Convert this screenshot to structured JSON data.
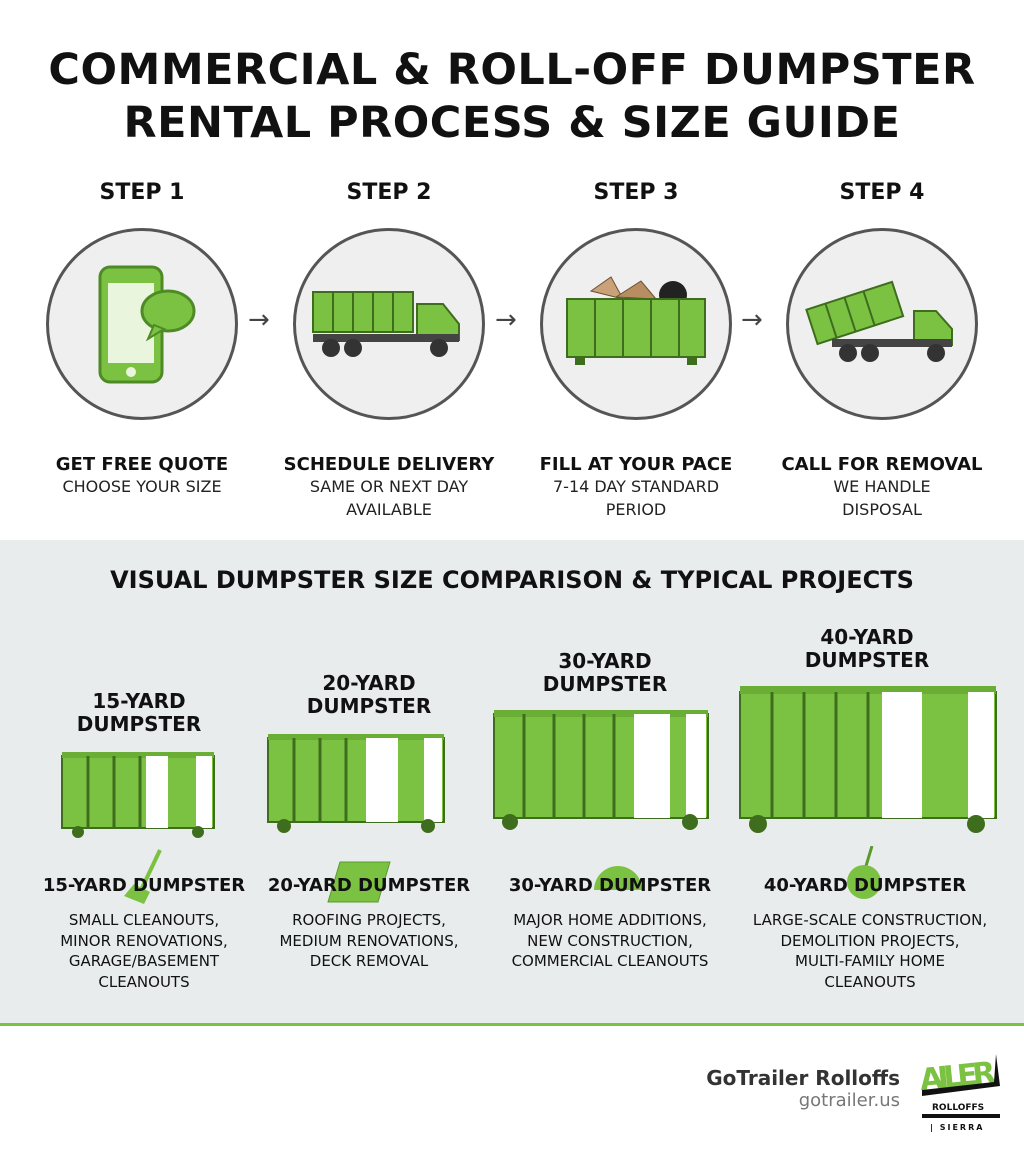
{
  "title": {
    "line1": "COMMERCIAL & ROLL-OFF DUMPSTER",
    "line2": "RENTAL PROCESS & SIZE GUIDE"
  },
  "steps": [
    {
      "label": "STEP 1",
      "title": "GET FREE QUOTE",
      "sub1": "CHOOSE YOUR SIZE",
      "sub2": "",
      "icon": "phone-chat-icon"
    },
    {
      "label": "STEP 2",
      "title": "SCHEDULE DELIVERY",
      "sub1": "SAME OR NEXT DAY",
      "sub2": "AVAILABLE",
      "icon": "truck-icon"
    },
    {
      "label": "STEP 3",
      "title": "FILL AT YOUR PACE",
      "sub1": "7-14 DAY STANDARD",
      "sub2": "PERIOD",
      "icon": "full-dumpster-icon"
    },
    {
      "label": "STEP 4",
      "title": "CALL FOR REMOVAL",
      "sub1": "WE HANDLE",
      "sub2": "DISPOSAL",
      "icon": "tipping-truck-icon"
    }
  ],
  "sizes_title": "VISUAL DUMPSTER SIZE COMPARISON & TYPICAL PROJECTS",
  "sizes": [
    {
      "head1": "15-YARD",
      "head2": "DUMPSTER",
      "label": "15-YARD DUMPSTER",
      "desc": [
        "SMALL CLEANOUTS,",
        "MINOR RENOVATIONS,",
        "GARAGE/BASEMENT",
        "CLEANOUTS"
      ],
      "icon": "broom-icon"
    },
    {
      "head1": "20-YARD",
      "head2": "DUMPSTER",
      "label": "20-YARD DUMPSTER",
      "desc": [
        "ROOFING PROJECTS,",
        "MEDIUM RENOVATIONS,",
        "DECK REMOVAL"
      ],
      "icon": "roof-tiles-icon"
    },
    {
      "head1": "30-YARD",
      "head2": "DUMPSTER",
      "label": "30-YARD DUMPSTER",
      "desc": [
        "MAJOR HOME ADDITIONS,",
        "NEW CONSTRUCTION,",
        "COMMERCIAL CLEANOUTS"
      ],
      "icon": "hard-hat-icon"
    },
    {
      "head1": "40-YARD",
      "head2": "DUMPSTER",
      "label": "40-YARD DUMPSTER",
      "desc": [
        "LARGE-SCALE CONSTRUCTION,",
        "DEMOLITION PROJECTS,",
        "MULTI-FAMILY HOME",
        "CLEANOUTS"
      ],
      "icon": "wrecking-ball-icon"
    }
  ],
  "footer": {
    "brand": "GoTrailer Rolloffs",
    "url": "gotrailer.us",
    "logo_text": [
      "AILER",
      "ROLLOFFS",
      "SIERRA"
    ]
  },
  "colors": {
    "green": "#7cc242",
    "gray_bg": "#e9eced"
  }
}
